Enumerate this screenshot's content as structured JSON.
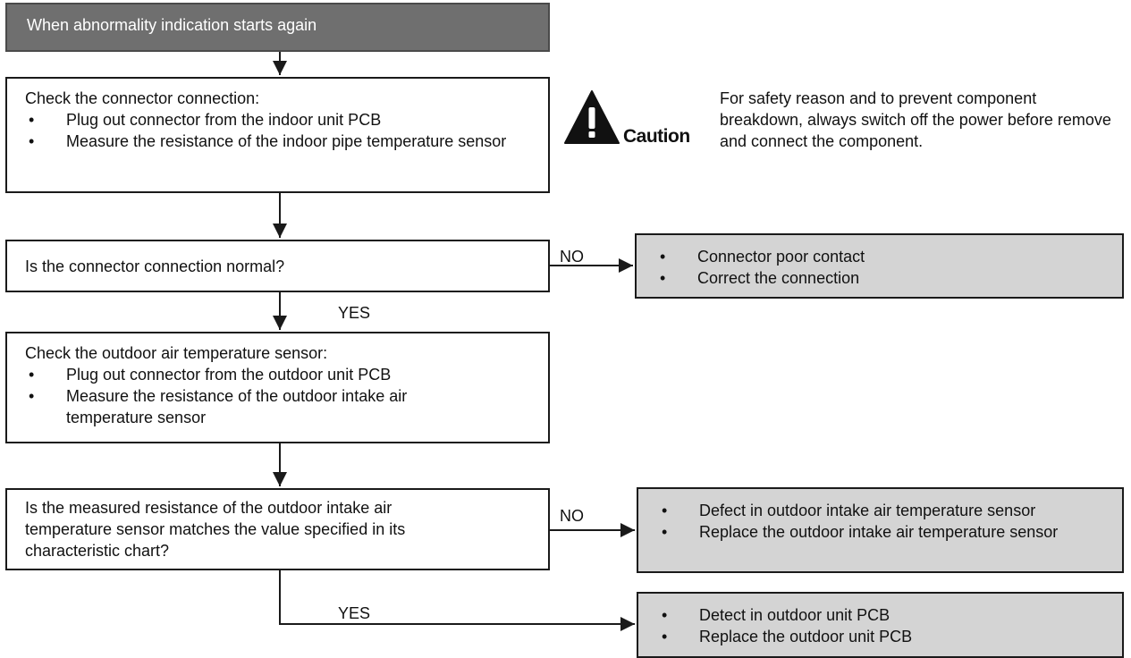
{
  "header": {
    "label": "When abnormality indication starts again"
  },
  "step1": {
    "title": "Check the connector connection:",
    "items": [
      "Plug out connector from the indoor unit PCB",
      "Measure the resistance of the indoor pipe temperature sensor"
    ]
  },
  "caution": {
    "word": "Caution",
    "text": "For safety reason and to prevent component breakdown, always switch off the power before remove and connect the component.",
    "icon": "warning-triangle-icon"
  },
  "decision1": {
    "question": "Is the connector connection normal?",
    "no_label": "NO",
    "yes_label": "YES"
  },
  "result1": {
    "items": [
      "Connector poor contact",
      "Correct the connection"
    ]
  },
  "step2": {
    "title": "Check the outdoor air temperature sensor:",
    "items": [
      "Plug out connector from the outdoor unit PCB",
      "Measure the resistance of the outdoor intake air temperature sensor"
    ]
  },
  "decision2": {
    "question": "Is the measured resistance of the outdoor intake air temperature sensor matches the value specified in its characteristic chart?",
    "no_label": "NO",
    "yes_label": "YES"
  },
  "result2": {
    "items": [
      "Defect in outdoor intake air temperature sensor",
      "Replace the outdoor intake air temperature sensor"
    ]
  },
  "result3": {
    "items": [
      "Detect in outdoor unit PCB",
      "Replace the outdoor unit PCB"
    ]
  },
  "colors": {
    "header_fill": "#6f6f6f",
    "result_fill": "#d4d4d4",
    "line": "#1a1a1a"
  }
}
